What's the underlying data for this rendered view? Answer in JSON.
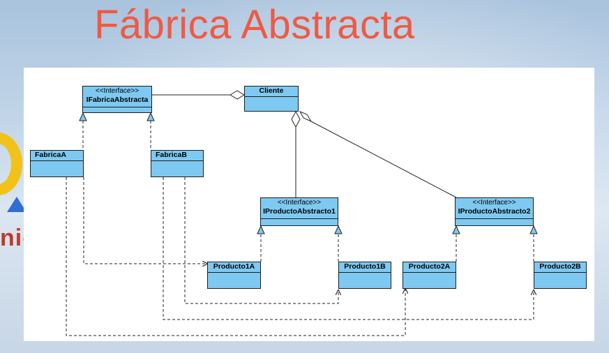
{
  "title": "Fábrica Abstracta",
  "logo": {
    "text": "nic",
    "colors": {
      "ring": "#f2c21a",
      "triangle": "#2f6fd1",
      "text": "#c0392b"
    }
  },
  "colors": {
    "title": "#ee5a45",
    "class_fill": "#7ec9f1",
    "class_border": "#1c1c1c",
    "canvas": "#ffffff"
  },
  "classes": {
    "ifabrica": {
      "stereotype": "<<Interface>>",
      "name": "IFabricaAbstracta"
    },
    "cliente": {
      "name": "Cliente"
    },
    "fabricaA": {
      "name": "FabricaA"
    },
    "fabricaB": {
      "name": "FabricaB"
    },
    "iproducto1": {
      "stereotype": "<<Interface>>",
      "name": "IProductoAbstracto1"
    },
    "iproducto2": {
      "stereotype": "<<Interface>>",
      "name": "IProductoAbstracto2"
    },
    "producto1A": {
      "name": "Producto1A"
    },
    "producto1B": {
      "name": "Producto1B"
    },
    "producto2A": {
      "name": "Producto2A"
    },
    "producto2B": {
      "name": "Producto2B"
    }
  },
  "relations": [
    {
      "from": "Cliente",
      "to": "IFabricaAbstracta",
      "kind": "aggregation"
    },
    {
      "from": "Cliente",
      "to": "IProductoAbstracto1",
      "kind": "aggregation"
    },
    {
      "from": "Cliente",
      "to": "IProductoAbstracto2",
      "kind": "aggregation"
    },
    {
      "from": "FabricaA",
      "to": "IFabricaAbstracta",
      "kind": "realization"
    },
    {
      "from": "FabricaB",
      "to": "IFabricaAbstracta",
      "kind": "realization"
    },
    {
      "from": "Producto1A",
      "to": "IProductoAbstracto1",
      "kind": "realization"
    },
    {
      "from": "Producto1B",
      "to": "IProductoAbstracto1",
      "kind": "realization"
    },
    {
      "from": "Producto2A",
      "to": "IProductoAbstracto2",
      "kind": "realization"
    },
    {
      "from": "Producto2B",
      "to": "IProductoAbstracto2",
      "kind": "realization"
    },
    {
      "from": "FabricaA",
      "to": "Producto1A",
      "kind": "dependency"
    },
    {
      "from": "FabricaA",
      "to": "Producto2A",
      "kind": "dependency"
    },
    {
      "from": "FabricaB",
      "to": "Producto1B",
      "kind": "dependency"
    },
    {
      "from": "FabricaB",
      "to": "Producto2B",
      "kind": "dependency"
    }
  ]
}
